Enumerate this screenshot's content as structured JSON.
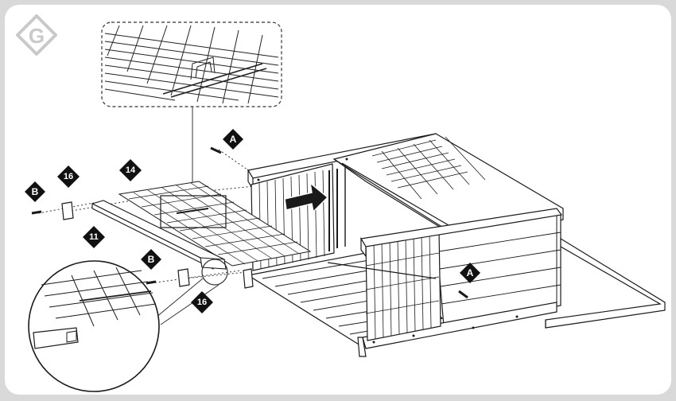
{
  "step_badge": {
    "letter": "G"
  },
  "callouts": [
    {
      "id": "callout-a-top",
      "text": "A"
    },
    {
      "id": "callout-a-right",
      "text": "A"
    },
    {
      "id": "callout-b-left",
      "text": "B"
    },
    {
      "id": "callout-b-bottom",
      "text": "B"
    },
    {
      "id": "callout-16-left",
      "text": "16"
    },
    {
      "id": "callout-16-bottom",
      "text": "16"
    },
    {
      "id": "callout-14",
      "text": "14"
    },
    {
      "id": "callout-11",
      "text": "11"
    }
  ],
  "icons": [
    "step-badge-icon",
    "detail-magnifier-icon",
    "insert-arrow-icon",
    "screw-a-icon",
    "screw-b-icon",
    "clip-16-icon"
  ],
  "colors": {
    "background": "#d9d9d9",
    "panel": "#ffffff",
    "line": "#1a1a1a",
    "badge": "#111111",
    "step_badge": "#c9c9c9"
  }
}
